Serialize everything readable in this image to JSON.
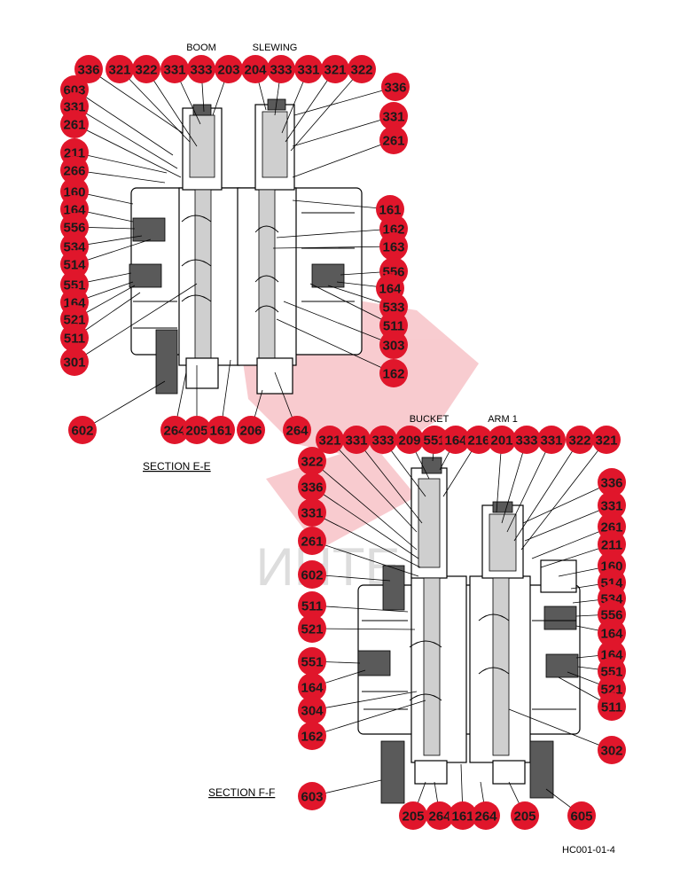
{
  "sections": [
    {
      "title": "SECTION  E-E",
      "headers": [
        "BOOM",
        "SLEWING"
      ]
    },
    {
      "title": "SECTION  F-F",
      "headers": [
        "BUCKET",
        "ARM 1"
      ]
    }
  ],
  "drawing_code": "HC001-01-4",
  "watermark": "ИНТЕ",
  "balloon_color": "#e0162b",
  "callouts_e": [
    "336",
    "321",
    "322",
    "331",
    "333",
    "203",
    "204",
    "333",
    "331",
    "321",
    "322",
    "603",
    "331",
    "261",
    "211",
    "266",
    "160",
    "164",
    "556",
    "534",
    "514",
    "551",
    "164",
    "521",
    "511",
    "301",
    "336",
    "331",
    "261",
    "161",
    "162",
    "163",
    "556",
    "164",
    "533",
    "511",
    "303",
    "162",
    "602",
    "264",
    "205",
    "161",
    "206",
    "264"
  ],
  "callouts_f": [
    "321",
    "331",
    "333",
    "209",
    "551",
    "164",
    "216",
    "201",
    "333",
    "331",
    "322",
    "321",
    "322",
    "336",
    "331",
    "261",
    "602",
    "511",
    "521",
    "551",
    "164",
    "304",
    "162",
    "336",
    "331",
    "261",
    "211",
    "160",
    "514",
    "534",
    "556",
    "164",
    "164",
    "551",
    "521",
    "511",
    "302",
    "603",
    "205",
    "264",
    "161",
    "264",
    "205",
    "605"
  ]
}
